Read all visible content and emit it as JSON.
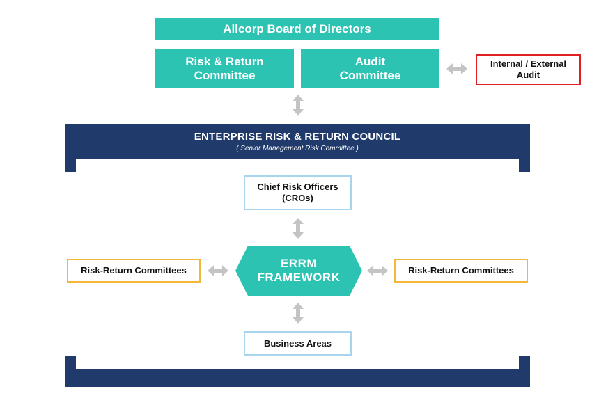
{
  "board": {
    "title": "Allcorp Board of Directors"
  },
  "committees": {
    "risk_return": [
      "Risk & Return",
      "Committee"
    ],
    "audit": [
      "Audit",
      "Committee"
    ]
  },
  "external": {
    "label": [
      "Internal / External",
      "Audit"
    ]
  },
  "council": {
    "title": "ENTERPRISE RISK & RETURN COUNCIL",
    "subtitle": "( Senior Management Risk Committee )"
  },
  "cro": {
    "label": [
      "Chief Risk Officers",
      "(CROs)"
    ]
  },
  "framework": {
    "label": [
      "ERRM",
      "FRAMEWORK"
    ]
  },
  "side_committees": {
    "left": "Risk-Return Committees",
    "right": "Risk-Return Committees"
  },
  "business": {
    "label": "Business Areas"
  },
  "colors": {
    "teal": "#2dc3b3",
    "navy": "#1f3a6b",
    "arrow": "#c4c4c4",
    "red_border": "#e02020",
    "light_blue_border": "#a8d4ee",
    "orange_border": "#f3b73a"
  }
}
